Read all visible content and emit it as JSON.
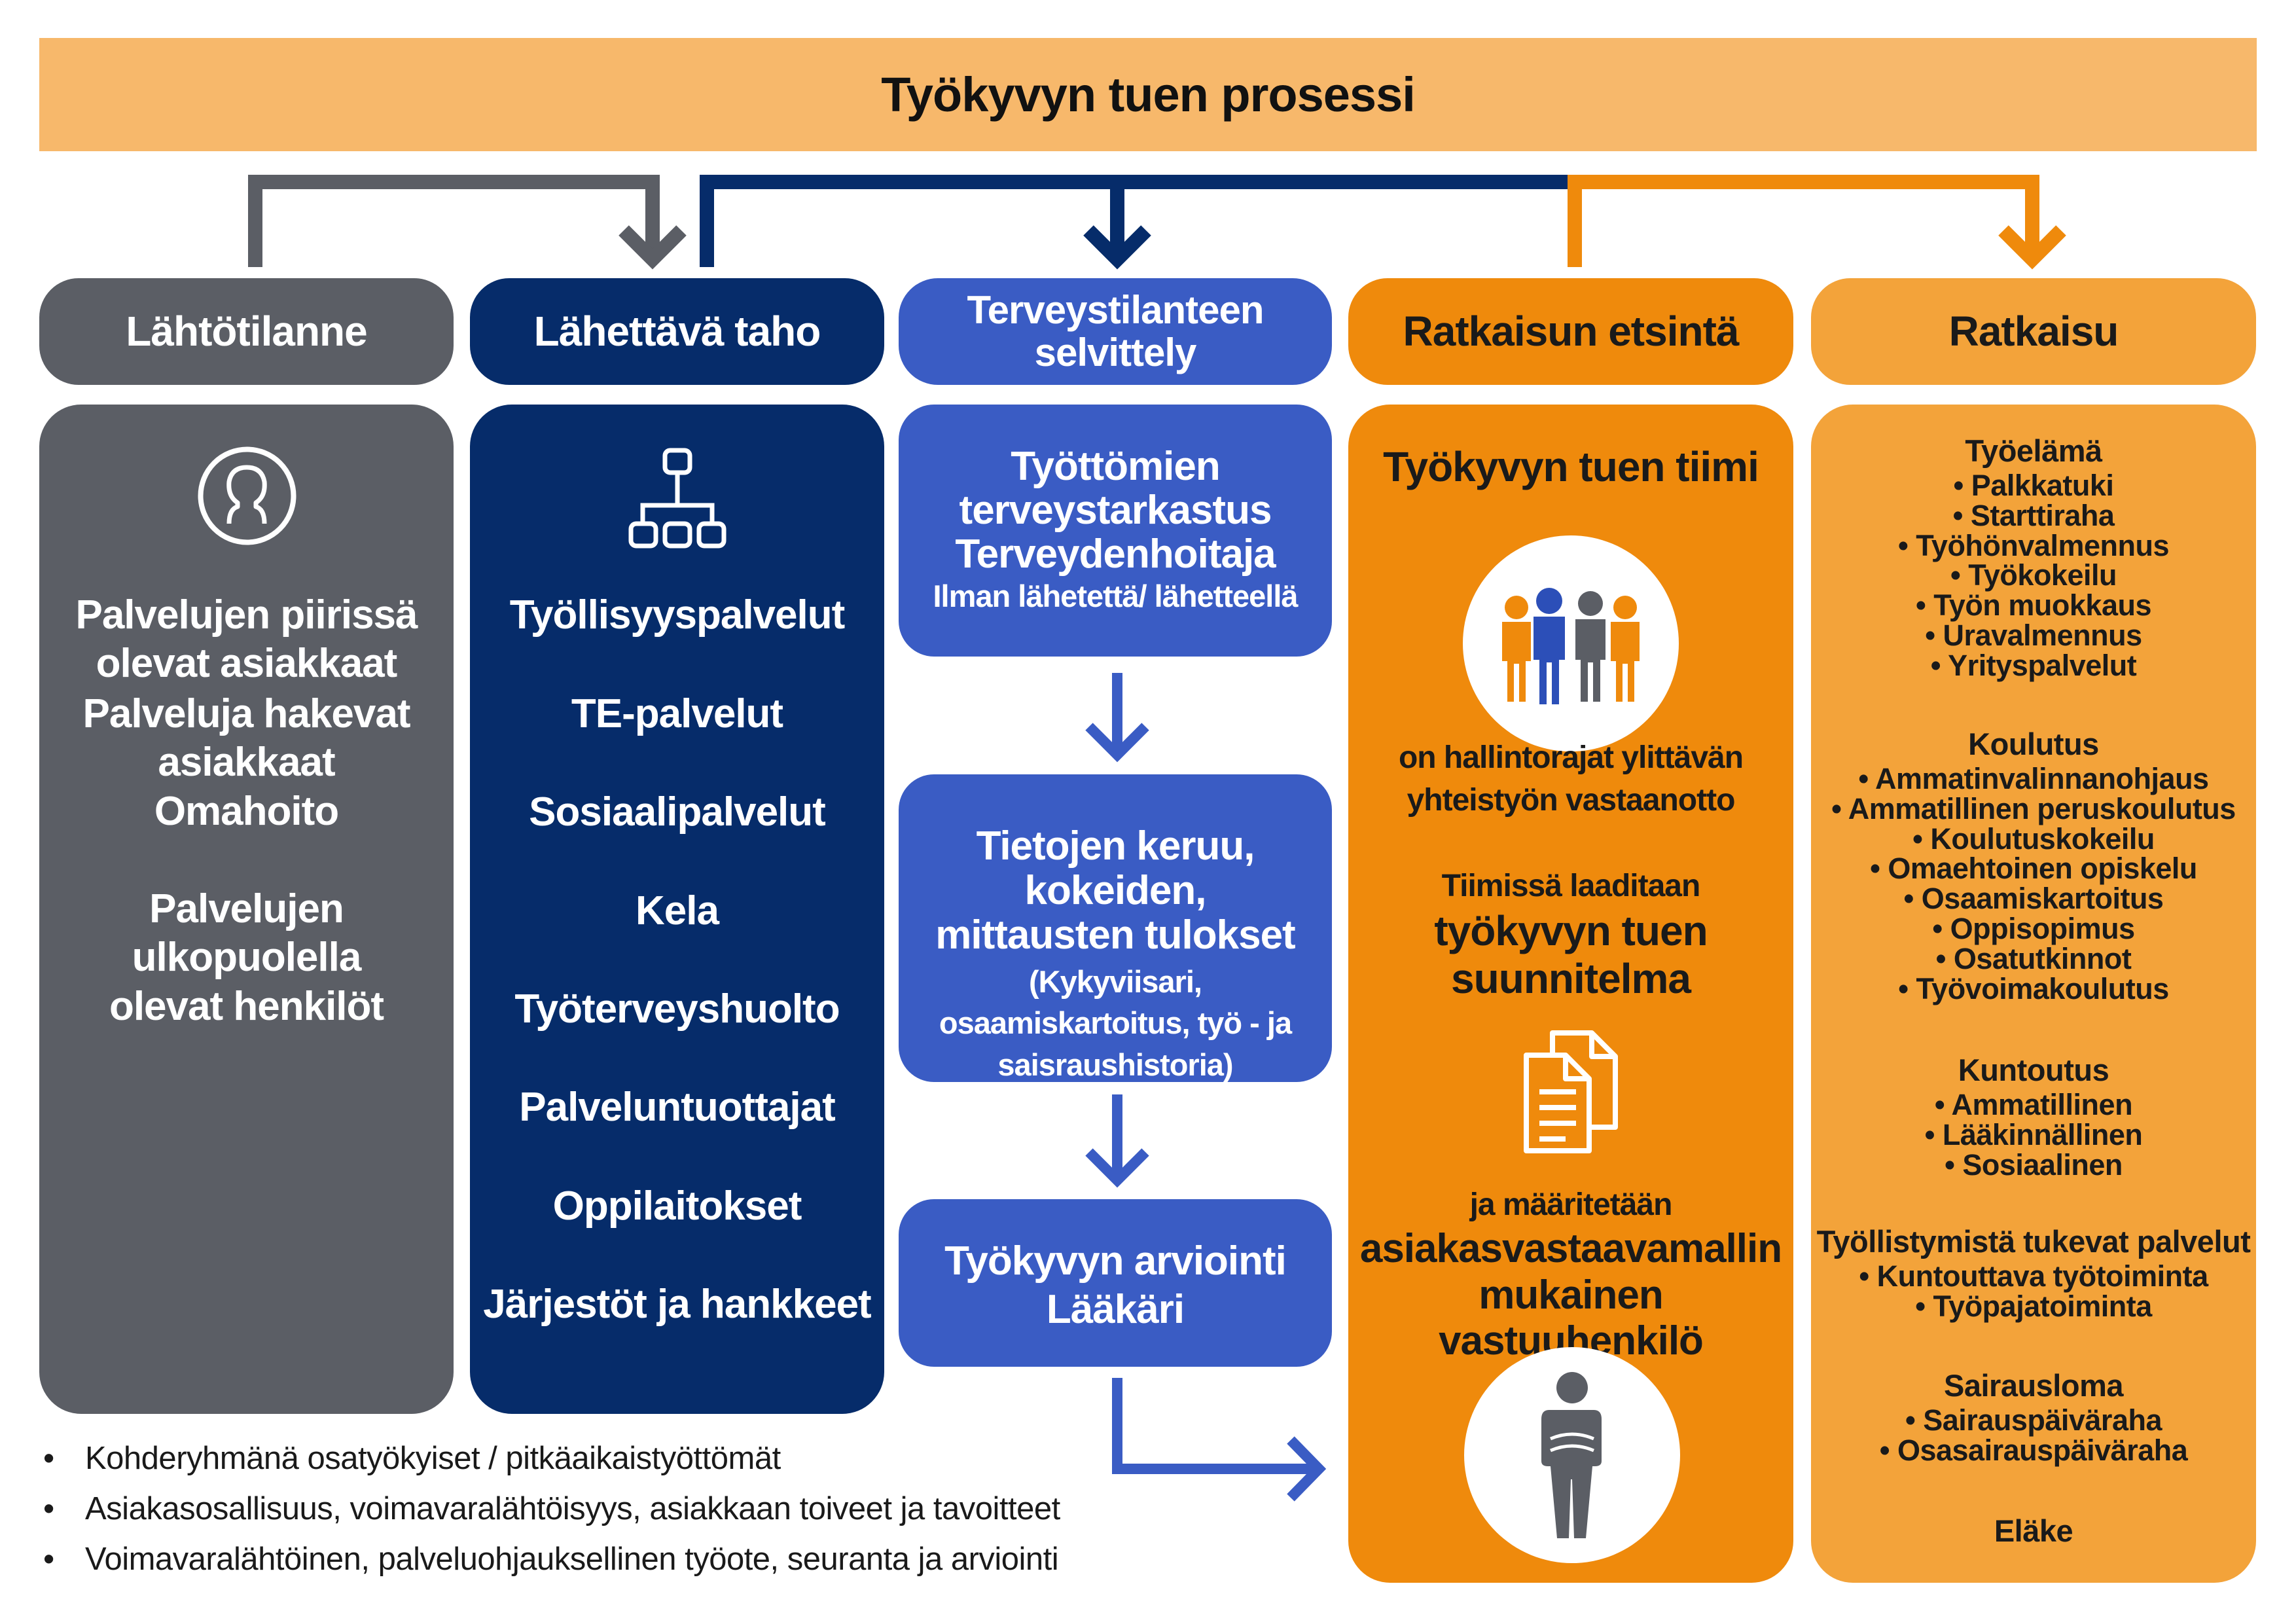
{
  "title": "Työkyvyn tuen prosessi",
  "columns": {
    "lahtotilanne": {
      "header": "Lähtötilanne",
      "icon": "person-icon",
      "items": [
        "Palvelujen piirissä\nolevat asiakkaat",
        "Palveluja hakevat\nasiakkaat",
        "Omahoito",
        "Palvelujen ulkopuolella\nolevat henkilöt"
      ]
    },
    "lahettava": {
      "header": "Lähettävä taho",
      "icon": "org-chart-icon",
      "items": [
        "Työllisyyspalvelut",
        "TE-palvelut",
        "Sosiaalipalvelut",
        "Kela",
        "Työterveyshuolto",
        "Palveluntuottajat",
        "Oppilaitokset",
        "Järjestöt ja hankkeet"
      ]
    },
    "terveys": {
      "header_line1": "Terveystilanteen",
      "header_line2": "selvittely",
      "box1_line1": "Työttömien",
      "box1_line2": "terveystarkastus",
      "box1_line3": "Terveydenhoitaja",
      "box1_line4": "Ilman lähetettä/ lähetteellä",
      "box2_line1": "Tietojen keruu, kokeiden,",
      "box2_line2": "mittausten tulokset",
      "box2_line3": "(Kykyviisari,",
      "box2_line4": "osaamiskartoitus, työ - ja",
      "box2_line5": "saisraushistoria)",
      "box3_line1": "Työkyvyn arviointi",
      "box3_line2": "Lääkäri"
    },
    "ratkaisun_etsinta": {
      "header": "Ratkaisun etsintä",
      "team_title": "Työkyvyn tuen tiimi",
      "text1_line1": "on hallintorajat ylittävän",
      "text1_line2": "yhteistyön vastaanotto",
      "text2": "Tiimissä laaditaan",
      "text3_line1": "työkyvyn tuen",
      "text3_line2": "suunnitelma",
      "text4": "ja määritetään",
      "text5_line1": "asiakasvastaavamallin",
      "text5_line2": "mukainen vastuuhenkilö",
      "icons": [
        "team-icon",
        "documents-icon",
        "person-standing-icon"
      ]
    },
    "ratkaisu": {
      "header": "Ratkaisu",
      "groups": [
        {
          "title": "Työelämä",
          "items": [
            "• Palkkatuki",
            "• Starttiraha",
            "• Työhönvalmennus",
            "• Työkokeilu",
            "• Työn muokkaus",
            "• Uravalmennus",
            "• Yrityspalvelut"
          ]
        },
        {
          "title": "Koulutus",
          "items": [
            "• Ammatinvalinnanohjaus",
            "• Ammatillinen peruskoulutus",
            "• Koulutuskokeilu",
            "• Omaehtoinen opiskelu",
            "• Osaamiskartoitus",
            "• Oppisopimus",
            "• Osatutkinnot",
            "• Työvoimakoulutus"
          ]
        },
        {
          "title": "Kuntoutus",
          "items": [
            "• Ammatillinen",
            "• Lääkinnällinen",
            "• Sosiaalinen"
          ]
        },
        {
          "title": "Työllistymistä tukevat palvelut",
          "items": [
            "•  Kuntouttava työtoiminta",
            "•  Työpajatoiminta"
          ]
        },
        {
          "title": "Sairausloma",
          "items": [
            "•  Sairauspäiväraha",
            "•  Osasairauspäiväraha"
          ]
        },
        {
          "title": "Eläke",
          "items": []
        }
      ]
    }
  },
  "notes": [
    "Kohderyhmänä osatyökyiset / pitkäaikaistyöttömät",
    "Asiakasosallisuus, voimavaralähtöisyys, asiakkaan toiveet ja tavoitteet",
    "Voimavaralähtöinen, palveluohjauksellinen työote, seuranta ja arviointi"
  ],
  "colors": {
    "title_bar": "#f7b86b",
    "gray": "#5b5e65",
    "navy": "#062c6a",
    "blue": "#3a5cc4",
    "orange": "#ef8a0c",
    "light_orange": "#f3a33a",
    "connector_gray": "#5b5e65",
    "connector_navy": "#062c6a",
    "connector_orange": "#ef8a0c"
  }
}
